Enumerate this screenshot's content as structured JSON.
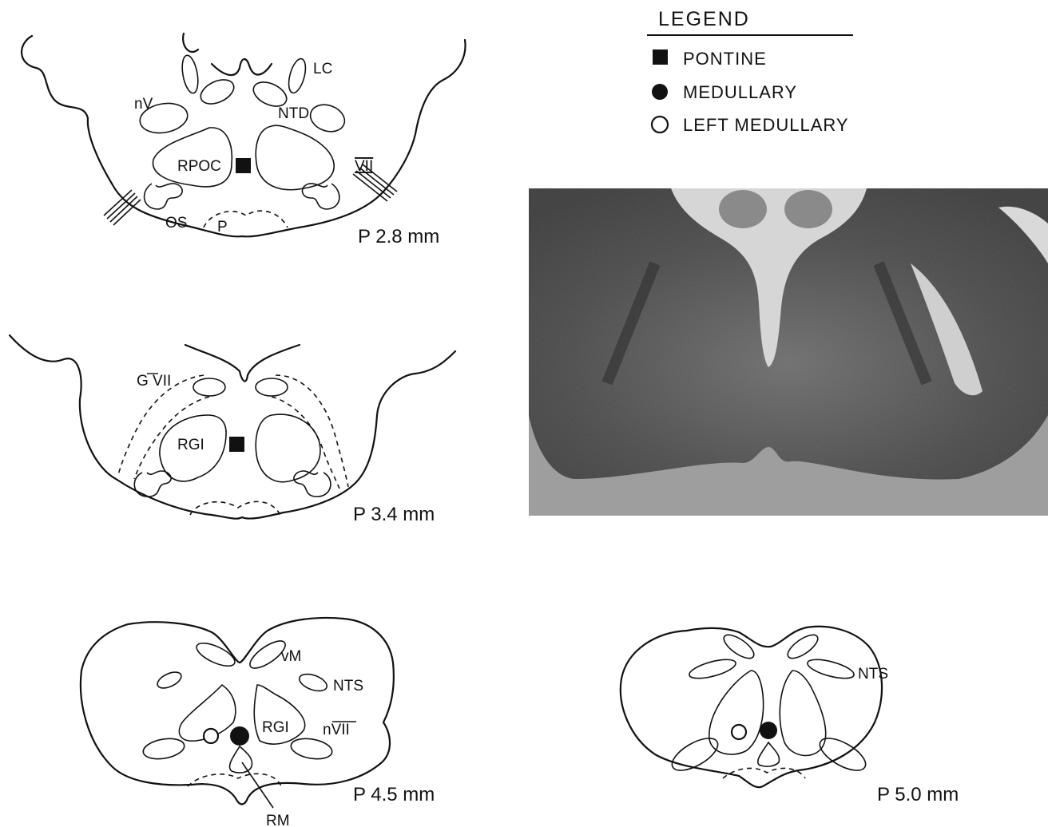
{
  "legend": {
    "title": "LEGEND",
    "items": [
      {
        "label": "PONTINE",
        "symbol": "filled-square"
      },
      {
        "label": "MEDULLARY",
        "symbol": "filled-circle"
      },
      {
        "label": "LEFT MEDULLARY",
        "symbol": "open-circle"
      }
    ]
  },
  "sections": [
    {
      "level": "P 2.8 mm",
      "labels": {
        "nV": "nV",
        "LC": "LC",
        "NTD": "NTD",
        "RPOC": "RPOC",
        "VII": "VII",
        "OS": "OS",
        "P": "P"
      },
      "markers": [
        "filled-square"
      ]
    },
    {
      "level": "P 3.4 mm",
      "labels": {
        "GVII": "G VII",
        "RGI": "RGI"
      },
      "markers": [
        "filled-square"
      ]
    },
    {
      "level": "P 4.5 mm",
      "labels": {
        "vM": "vM",
        "NTS": "NTS",
        "RGI": "RGI",
        "nVII": "nVII",
        "RM": "RM"
      },
      "markers": [
        "filled-circle",
        "open-circle"
      ]
    },
    {
      "level": "P 5.0 mm",
      "labels": {
        "NTS": "NTS"
      },
      "markers": [
        "filled-circle",
        "open-circle"
      ]
    }
  ],
  "photo": {
    "description_icon": "histology-photomicrograph"
  }
}
